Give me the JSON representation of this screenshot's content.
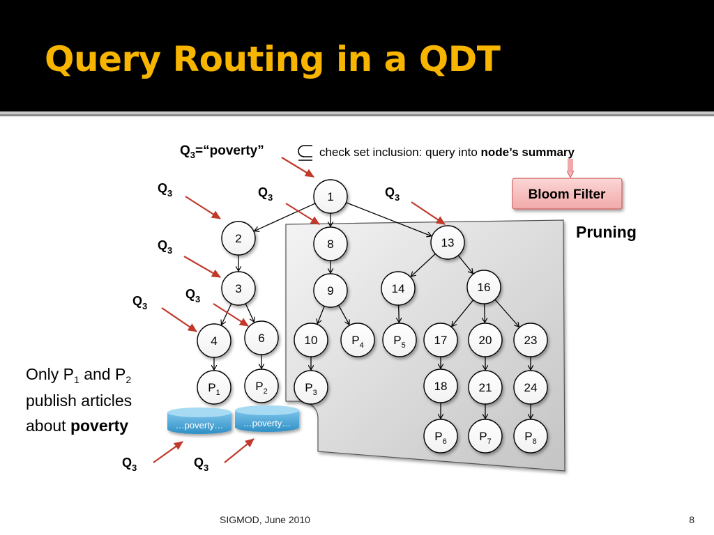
{
  "slide": {
    "title": "Query Routing in a QDT",
    "footer": "SIGMOD, June 2010",
    "page_number": "8"
  },
  "annotations": {
    "query_def_main": "Q",
    "query_def_sub": "3",
    "query_def_value": "=“poverty”",
    "subset_icon": "subset-or-equal-icon",
    "inclusion_text": "check set inclusion: query into ",
    "inclusion_bold": "node’s summary",
    "bloom_filter": "Bloom Filter",
    "pruning": "Pruning",
    "note_line1_a": "Only P",
    "note_line1_sub1": "1",
    "note_line1_b": " and P",
    "note_line1_sub2": "2",
    "note_line2": "publish articles",
    "note_line3_a": "about ",
    "note_line3_bold": "poverty",
    "query_label_main": "Q",
    "query_label_sub": "3",
    "article_1": "…poverty…",
    "article_2": "…poverty…"
  },
  "tree": {
    "nodes": [
      {
        "id": "n1",
        "main": "1",
        "sub": ""
      },
      {
        "id": "n2",
        "main": "2",
        "sub": ""
      },
      {
        "id": "n3",
        "main": "3",
        "sub": ""
      },
      {
        "id": "n4",
        "main": "4",
        "sub": ""
      },
      {
        "id": "n6",
        "main": "6",
        "sub": ""
      },
      {
        "id": "n8",
        "main": "8",
        "sub": ""
      },
      {
        "id": "n9",
        "main": "9",
        "sub": ""
      },
      {
        "id": "n10",
        "main": "10",
        "sub": ""
      },
      {
        "id": "n13",
        "main": "13",
        "sub": ""
      },
      {
        "id": "n14",
        "main": "14",
        "sub": ""
      },
      {
        "id": "n16",
        "main": "16",
        "sub": ""
      },
      {
        "id": "n17",
        "main": "17",
        "sub": ""
      },
      {
        "id": "n18",
        "main": "18",
        "sub": ""
      },
      {
        "id": "n20",
        "main": "20",
        "sub": ""
      },
      {
        "id": "n21",
        "main": "21",
        "sub": ""
      },
      {
        "id": "n23",
        "main": "23",
        "sub": ""
      },
      {
        "id": "n24",
        "main": "24",
        "sub": ""
      },
      {
        "id": "P1",
        "main": "P",
        "sub": "1"
      },
      {
        "id": "P2",
        "main": "P",
        "sub": "2"
      },
      {
        "id": "P3",
        "main": "P",
        "sub": "3"
      },
      {
        "id": "P4",
        "main": "P",
        "sub": "4"
      },
      {
        "id": "P5",
        "main": "P",
        "sub": "5"
      },
      {
        "id": "P6",
        "main": "P",
        "sub": "6"
      },
      {
        "id": "P7",
        "main": "P",
        "sub": "7"
      },
      {
        "id": "P8",
        "main": "P",
        "sub": "8"
      }
    ],
    "edges": [
      [
        "n1",
        "n2"
      ],
      [
        "n1",
        "n8"
      ],
      [
        "n1",
        "n13"
      ],
      [
        "n2",
        "n3"
      ],
      [
        "n3",
        "n4"
      ],
      [
        "n3",
        "n6"
      ],
      [
        "n4",
        "P1"
      ],
      [
        "n6",
        "P2"
      ],
      [
        "n8",
        "n9"
      ],
      [
        "n9",
        "n10"
      ],
      [
        "n9",
        "P4"
      ],
      [
        "n10",
        "P3"
      ],
      [
        "n13",
        "n14"
      ],
      [
        "n13",
        "n16"
      ],
      [
        "n14",
        "P5"
      ],
      [
        "n16",
        "n17"
      ],
      [
        "n16",
        "n20"
      ],
      [
        "n16",
        "n23"
      ],
      [
        "n17",
        "n18"
      ],
      [
        "n20",
        "n21"
      ],
      [
        "n23",
        "n24"
      ],
      [
        "n18",
        "P6"
      ],
      [
        "n21",
        "P7"
      ],
      [
        "n24",
        "P8"
      ]
    ]
  },
  "colors": {
    "title_bg": "#000000",
    "title_text": "#f7b500",
    "arrow_red": "#c0392b",
    "bloom_fill": "#f8c8c8",
    "bloom_border": "#d06060",
    "article_fill": "#4aa8d8",
    "pruned_region": "#dcdcdc"
  }
}
